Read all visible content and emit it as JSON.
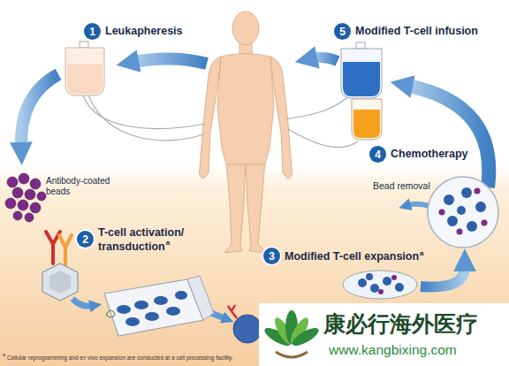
{
  "diagram": {
    "nodes": [
      {
        "text": [
          "1",
          "Leukapheresis"
        ]
      },
      {
        "text": [
          "2",
          "T-cell activation/ transduction",
          "a"
        ]
      },
      {
        "text": [
          "3",
          "Modified T-cell expansion",
          "a"
        ]
      },
      {
        "text": [
          "4",
          "Chemotherapy"
        ]
      },
      {
        "text": [
          "5",
          "Modified T-cell infusion"
        ]
      }
    ],
    "labels": [
      "Antibody-coated beads",
      "Bead removal",
      "a",
      "Cellular reprogramming and ex vivo expansion are conducted at a cell processing facility.",
      "康必行海外医疗",
      "www.kangbixing.com"
    ]
  }
}
